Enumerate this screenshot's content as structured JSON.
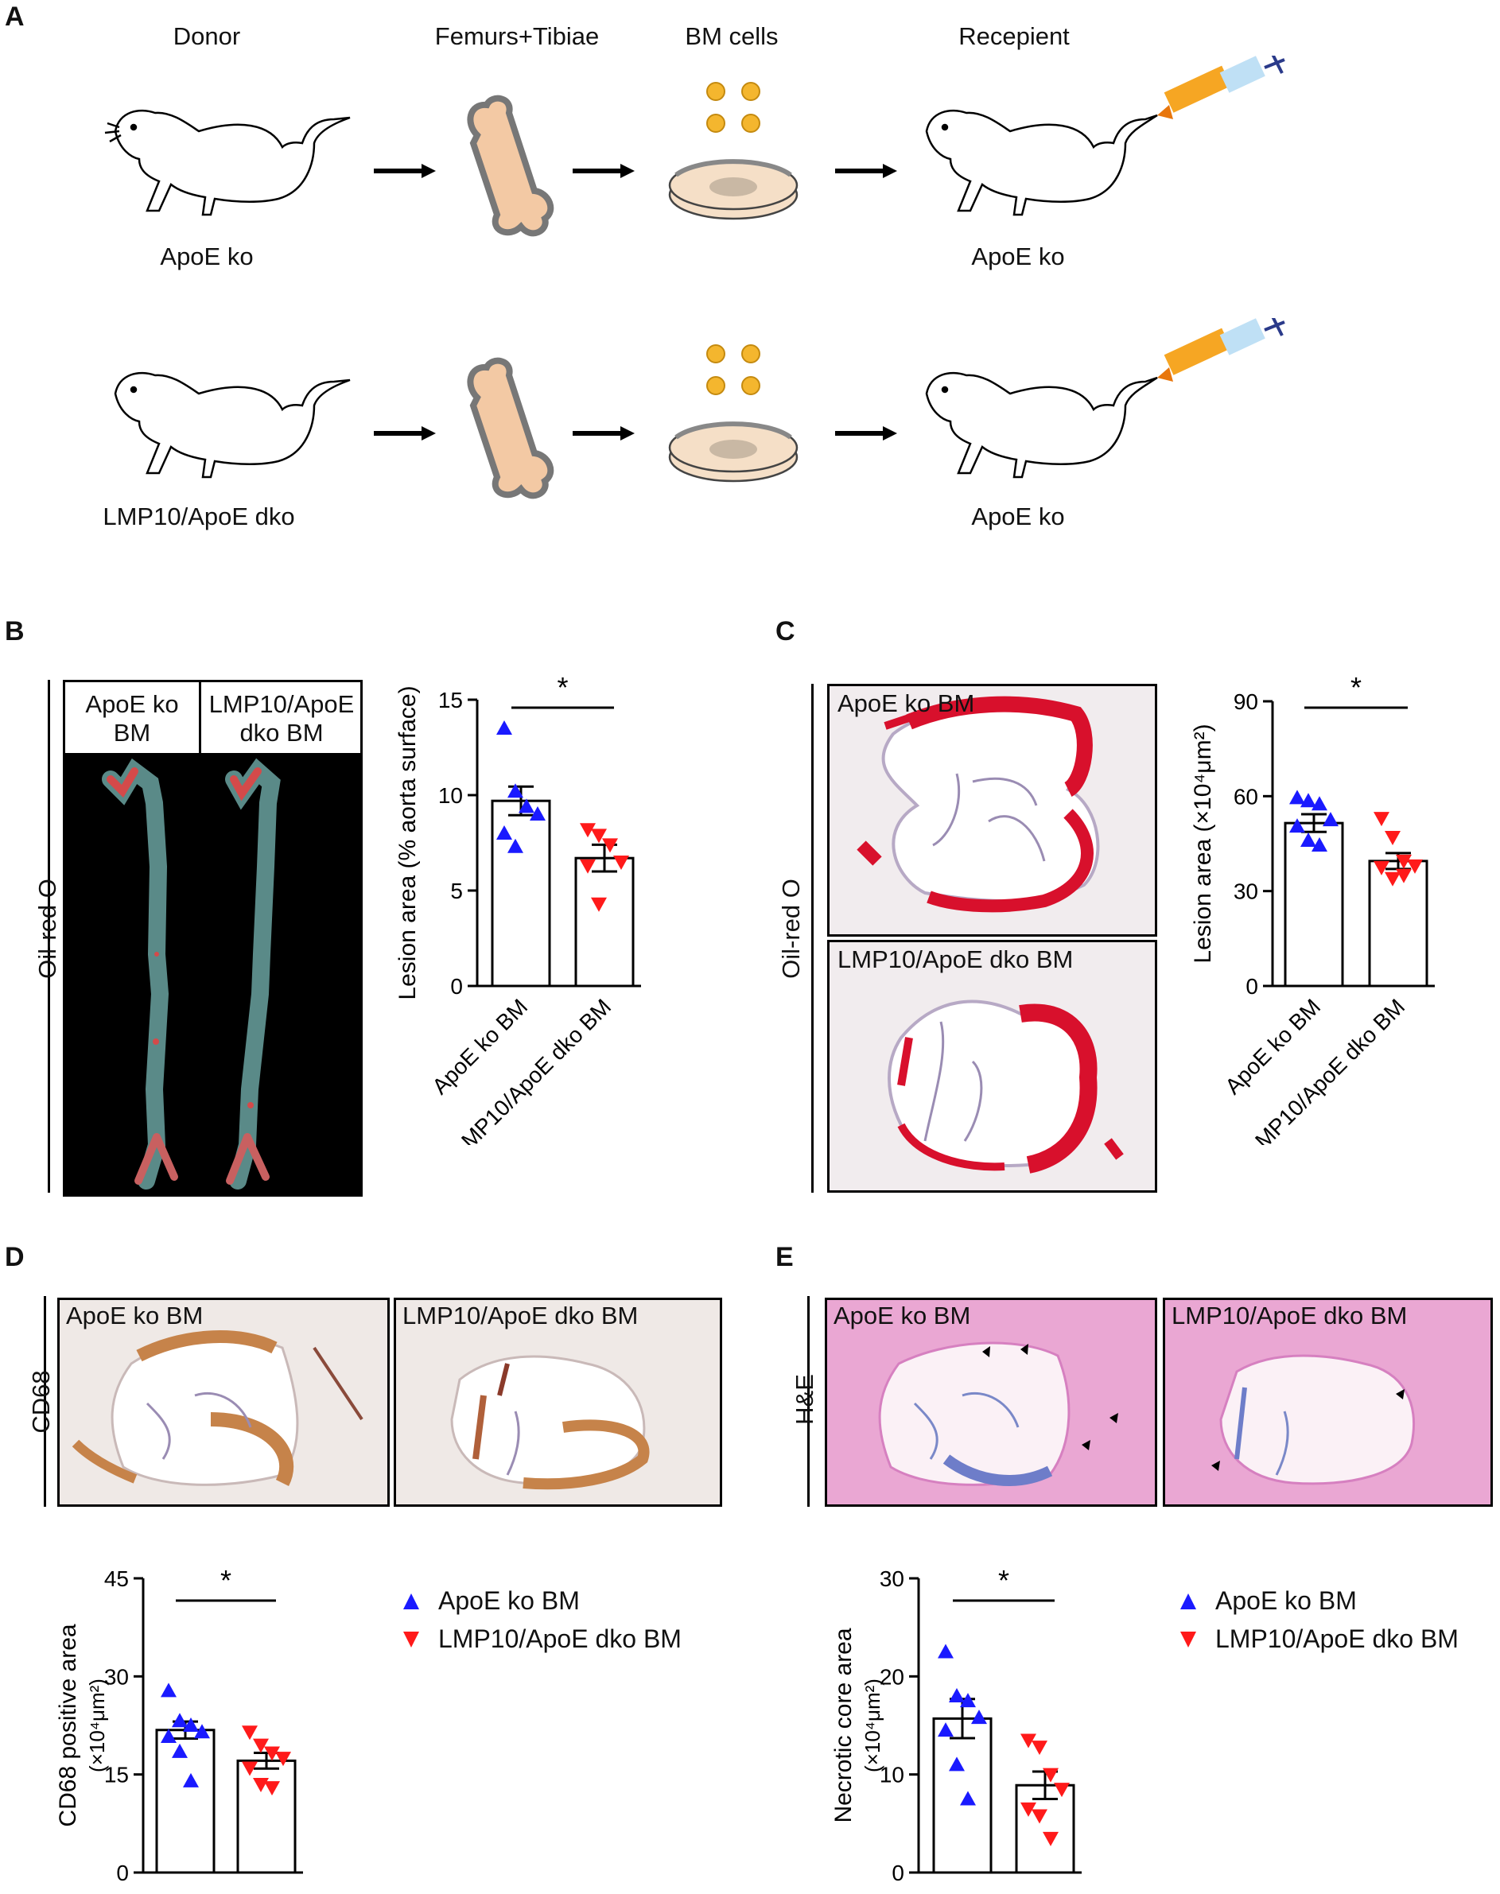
{
  "panels": {
    "A": {
      "letter": "A",
      "headers": [
        "Donor",
        "Femurs+Tibiae",
        "BM cells",
        "Recepient"
      ],
      "row1": {
        "donor": "ApoE ko",
        "recipient": "ApoE ko"
      },
      "row2": {
        "donor": "LMP10/ApoE dko",
        "recipient": "ApoE ko"
      }
    },
    "B": {
      "letter": "B",
      "stain_label": "Oil-red O",
      "col1": "ApoE ko\nBM",
      "col2": "LMP10/ApoE\ndko BM"
    },
    "C": {
      "letter": "C",
      "stain_label": "Oil-red O",
      "img1_label": "ApoE ko BM",
      "img2_label": "LMP10/ApoE dko BM"
    },
    "D": {
      "letter": "D",
      "stain_label": "CD68",
      "img1_label": "ApoE ko BM",
      "img2_label": "LMP10/ApoE dko BM"
    },
    "E": {
      "letter": "E",
      "stain_label": "H&E",
      "img1_label": "ApoE ko BM",
      "img2_label": "LMP10/ApoE dko BM"
    }
  },
  "legend": {
    "s1": "ApoE ko BM",
    "s2": "LMP10/ApoE dko BM"
  },
  "colors": {
    "s1": "#1a1aff",
    "s2": "#ff1a1a"
  },
  "chart_data": [
    {
      "id": "B",
      "type": "bar",
      "categories": [
        "ApoE ko BM",
        "LMP10/ApoE dko BM"
      ],
      "values": [
        9.7,
        6.7
      ],
      "sem": [
        0.75,
        0.7
      ],
      "points": [
        [
          13.5,
          10.2,
          9.4,
          9.0,
          8.0,
          7.3
        ],
        [
          8.2,
          7.9,
          7.4,
          6.5,
          6.3,
          4.3
        ]
      ],
      "ylabel": "Lesion area (% aorta surface)",
      "yticks": [
        "0",
        "5",
        "10",
        "15"
      ],
      "ylim": [
        0,
        15
      ],
      "significance": "*"
    },
    {
      "id": "C",
      "type": "bar",
      "categories": [
        "ApoE ko BM",
        "LMP10/ApoE dko BM"
      ],
      "values": [
        51.5,
        39.5
      ],
      "sem": [
        2.8,
        2.5
      ],
      "points": [
        [
          59.5,
          58.5,
          57.5,
          52.5,
          50.5,
          46.0,
          44.5
        ],
        [
          53.0,
          47.0,
          39.5,
          38.0,
          37.5,
          34.0,
          35.0
        ]
      ],
      "ylabel": "Lesion area (×10⁴μm²)",
      "yticks": [
        "0",
        "30",
        "60",
        "90"
      ],
      "ylim": [
        0,
        90
      ],
      "significance": "*"
    },
    {
      "id": "D",
      "type": "bar",
      "categories": [
        "ApoE ko BM",
        "LMP10/ApoE dko BM"
      ],
      "values": [
        21.8,
        17.1
      ],
      "sem": [
        1.3,
        1.2
      ],
      "points": [
        [
          27.8,
          23.2,
          22.5,
          21.5,
          20.8,
          18.5,
          14.0
        ],
        [
          21.5,
          19.5,
          18.3,
          17.5,
          16.0,
          13.5,
          13.0
        ]
      ],
      "ylabel": "CD68 positive area",
      "ylabel2": "(×10⁴μm²)",
      "yticks": [
        "0",
        "15",
        "30",
        "45"
      ],
      "ylim": [
        0,
        45
      ],
      "significance": "*"
    },
    {
      "id": "E",
      "type": "bar",
      "categories": [
        "ApoE ko BM",
        "LMP10/ApoE dko BM"
      ],
      "values": [
        15.7,
        8.9
      ],
      "sem": [
        2.0,
        1.4
      ],
      "points": [
        [
          22.5,
          18.0,
          17.5,
          15.8,
          14.5,
          11.0,
          7.5
        ],
        [
          13.5,
          12.8,
          10.0,
          8.5,
          6.5,
          5.8,
          3.5
        ]
      ],
      "ylabel": "Necrotic core area",
      "ylabel2": "(×10⁴μm²)",
      "yticks": [
        "0",
        "10",
        "20",
        "30"
      ],
      "ylim": [
        0,
        30
      ],
      "significance": "*"
    }
  ]
}
